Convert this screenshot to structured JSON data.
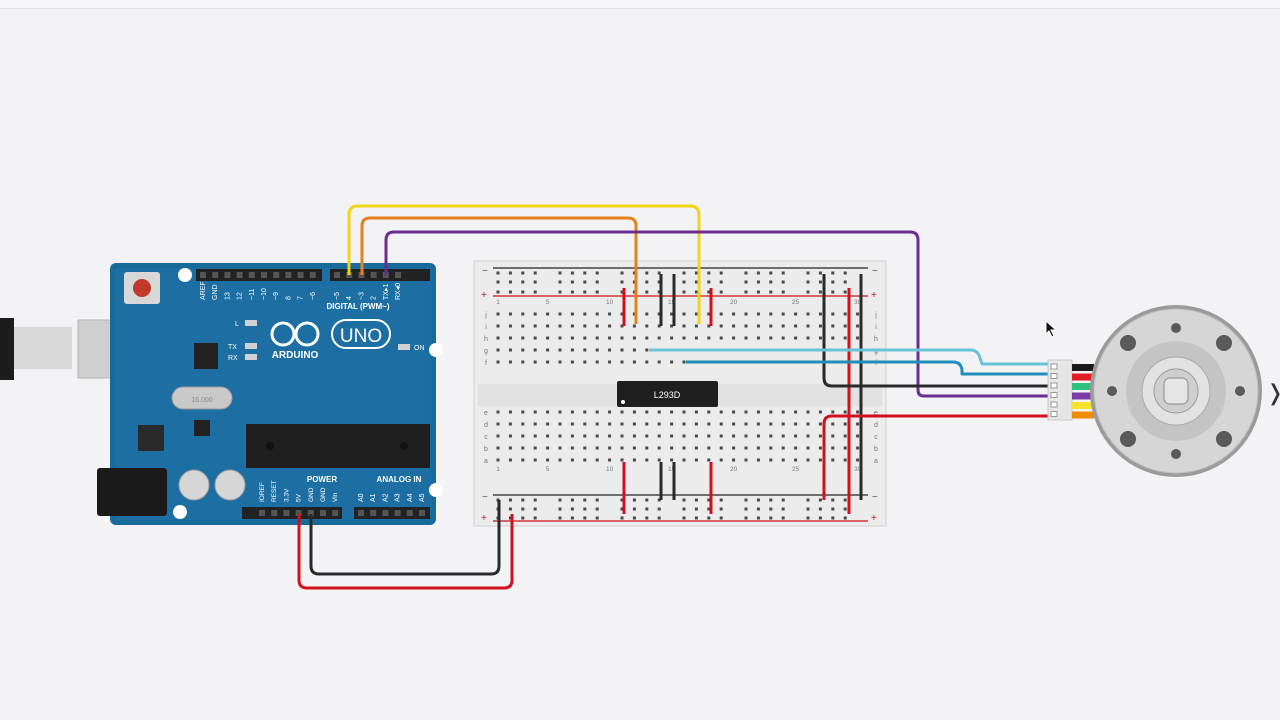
{
  "arduino": {
    "digital_label": "DIGITAL (PWM~)",
    "logo_text": "ARDUINO",
    "uno_text": "UNO",
    "on_label": "ON",
    "led_l": "L",
    "led_tx": "TX",
    "led_rx": "RX",
    "power_label": "POWER",
    "analog_label": "ANALOG IN",
    "crystal_label": "16.000",
    "digital_pins": [
      "AREF",
      "GND",
      "13",
      "12",
      "~11",
      "~10",
      "~9",
      "8",
      "7",
      "~6",
      "~5",
      "4",
      "~3",
      "2",
      "TX▸1",
      "RX◂0"
    ],
    "power_pins": [
      "IOREF",
      "RESET",
      "3.3V",
      "5V",
      "GND",
      "GND",
      "Vin"
    ],
    "analog_pins": [
      "A0",
      "A1",
      "A2",
      "A3",
      "A4",
      "A5"
    ]
  },
  "breadboard": {
    "minus_label": "−",
    "plus_label": "+",
    "row_letters_top": [
      "j",
      "i",
      "h",
      "g",
      "f"
    ],
    "row_letters_bottom": [
      "e",
      "d",
      "c",
      "b",
      "a"
    ],
    "column_numbers": [
      "1",
      "",
      "",
      "",
      "5",
      "",
      "",
      "",
      "",
      "10",
      "",
      "",
      "",
      "",
      "15",
      "",
      "",
      "",
      "",
      "20",
      "",
      "",
      "",
      "",
      "25",
      "",
      "",
      "",
      "",
      "30"
    ]
  },
  "chip": {
    "label": "L293D"
  },
  "motor": {
    "wire_colors": [
      "#1b1b1b",
      "#e01b24",
      "#2ec27e",
      "#7a3ba6",
      "#f5e42b",
      "#f08c00"
    ]
  },
  "wire_colors": {
    "yellow": "#f2d31b",
    "orange": "#e3821c",
    "purple": "#6a2c91",
    "red": "#d0101c",
    "black": "#2a2a2a",
    "lightblue": "#67c3d8",
    "blue": "#1e8fb8"
  },
  "ui": {
    "side_toggle": "❭"
  }
}
